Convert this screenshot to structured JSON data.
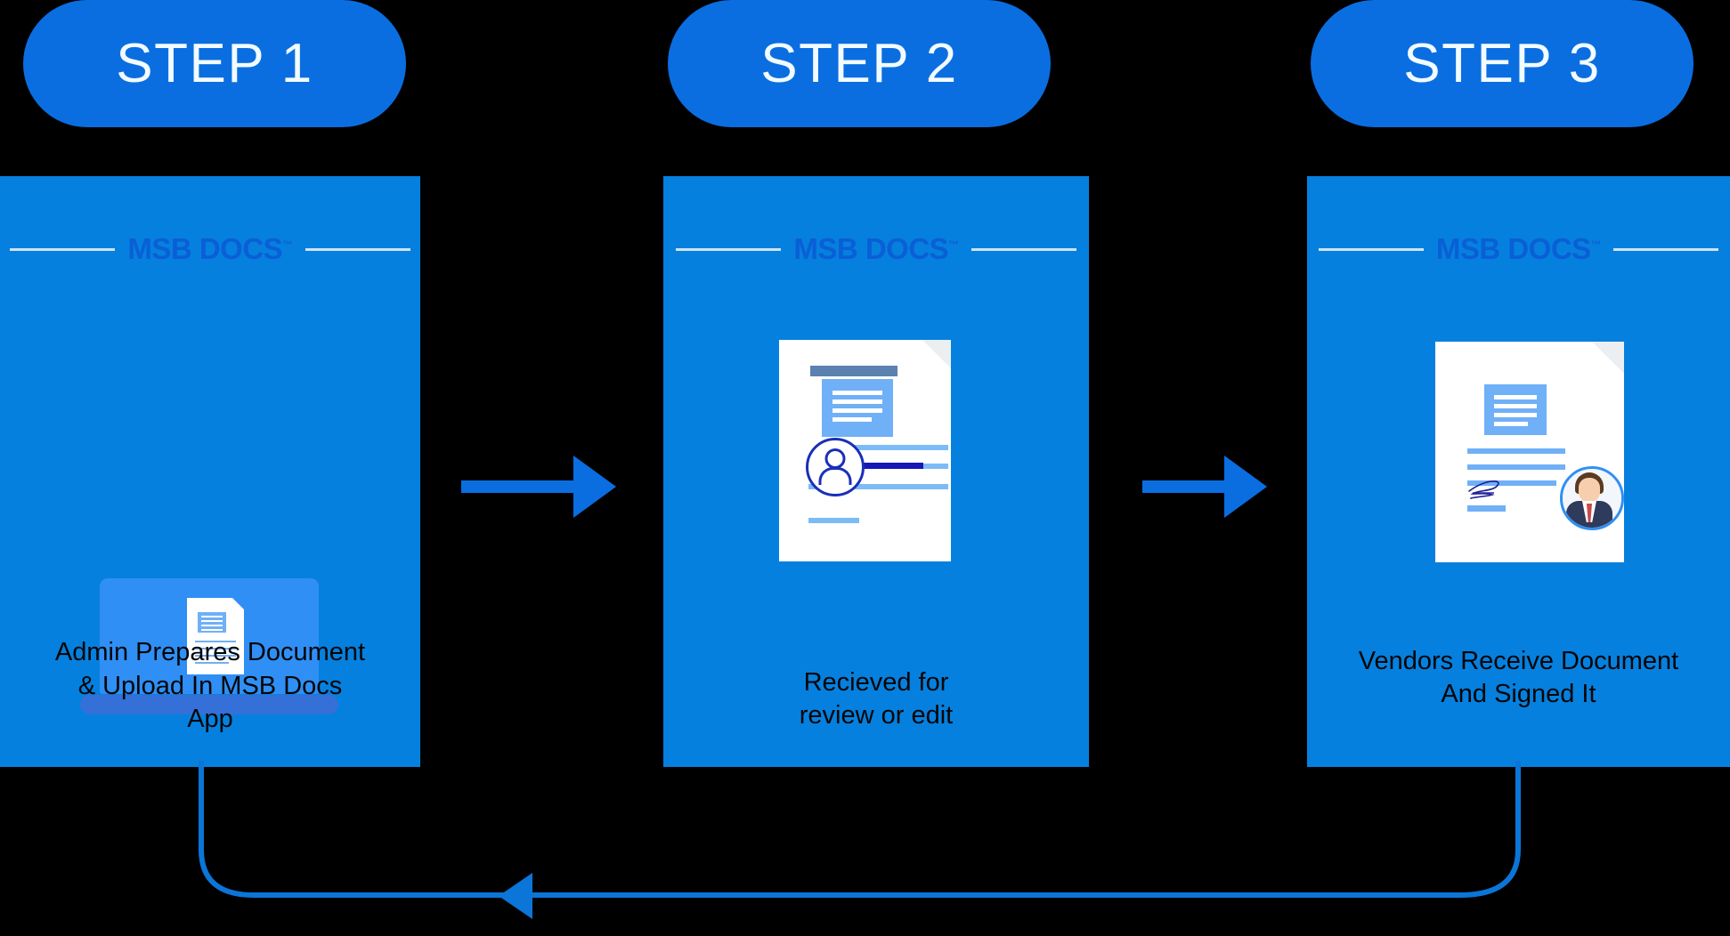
{
  "diagram": {
    "title": "MSB Docs e-signature workflow",
    "background_color": "#000000",
    "panel_color": "#0680de",
    "pill_color": "#0a6ee1",
    "accent_color": "#0a5fd6",
    "arrow_color": "#0a6ee1",
    "loop_color": "#0b75d8"
  },
  "steps": [
    {
      "pill_label": "STEP 1",
      "logo_text": "MSB DOCS",
      "logo_tm": "™",
      "caption": "Admin Prepares Document\n& Upload In MSB Docs\nApp",
      "illustration": "laptop-with-document"
    },
    {
      "pill_label": "STEP 2",
      "logo_text": "MSB DOCS",
      "logo_tm": "™",
      "caption": "Recieved for\nreview or edit",
      "illustration": "document-with-reviewer-avatar"
    },
    {
      "pill_label": "STEP 3",
      "logo_text": "MSB DOCS",
      "logo_tm": "™",
      "caption": "Vendors Receive Document\nAnd Signed It",
      "illustration": "signed-document-with-vendor-photo"
    }
  ],
  "connectors": [
    {
      "name": "step1-to-step2",
      "direction": "right"
    },
    {
      "name": "step2-to-step3",
      "direction": "right"
    },
    {
      "name": "step3-back-to-step1",
      "direction": "left",
      "style": "rounded-feedback-loop"
    }
  ]
}
